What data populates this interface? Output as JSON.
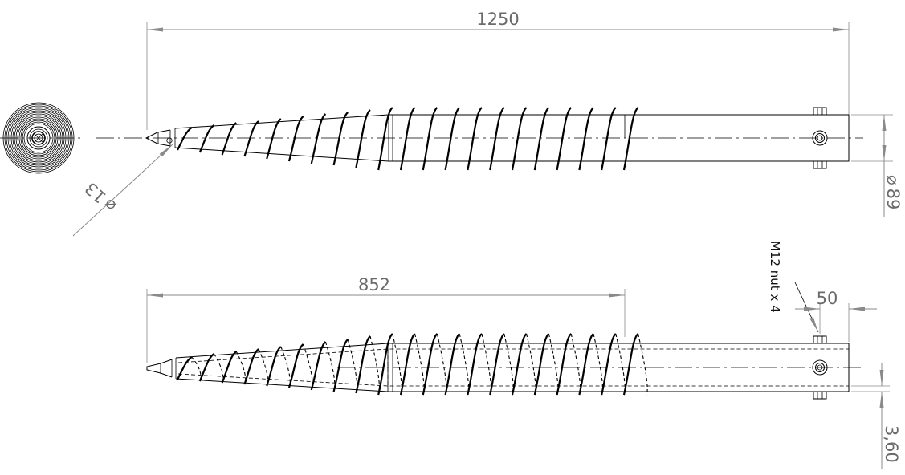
{
  "dimensions": {
    "total_length": "1250",
    "helix_length": "852",
    "tube_diameter": "89",
    "tip_diameter": "13",
    "bolt_offset": "50",
    "wall_thickness": "3,60"
  },
  "annotations": {
    "nut_label": "M12 nut x 4"
  },
  "symbols": {
    "diameter": "⌀"
  }
}
